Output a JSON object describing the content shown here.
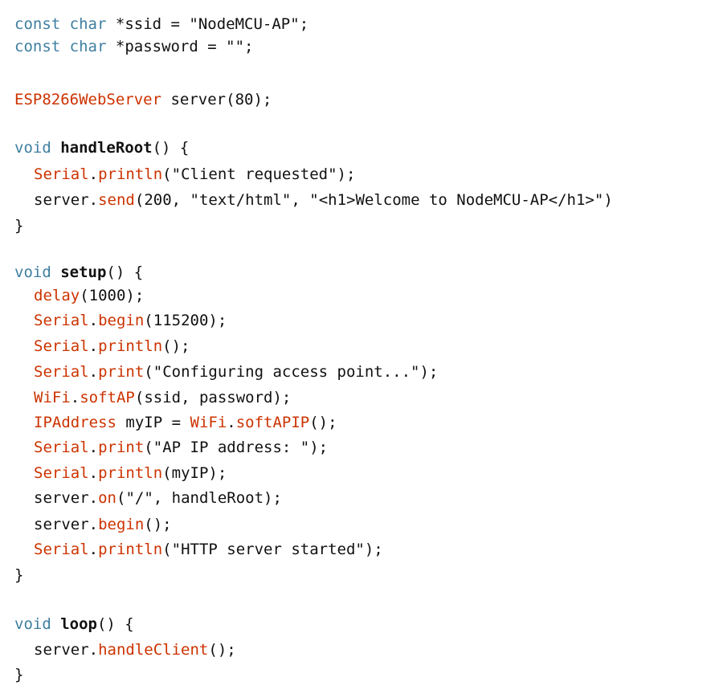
{
  "code_view": {
    "colors": {
      "keyword": "#3f7fa0",
      "library": "#cc3300",
      "text": "#111111",
      "background": "#ffffff"
    },
    "lines": [
      {
        "indent": 0,
        "tokens": [
          {
            "t": "kw",
            "v": "const"
          },
          {
            "t": "punc",
            "v": " "
          },
          {
            "t": "kw",
            "v": "char"
          },
          {
            "t": "punc",
            "v": " *"
          },
          {
            "t": "id",
            "v": "ssid"
          },
          {
            "t": "punc",
            "v": " = "
          },
          {
            "t": "str",
            "v": "\"NodeMCU-AP\""
          },
          {
            "t": "punc",
            "v": ";"
          }
        ]
      },
      {
        "indent": 0,
        "tokens": [
          {
            "t": "kw",
            "v": "const"
          },
          {
            "t": "punc",
            "v": " "
          },
          {
            "t": "kw",
            "v": "char"
          },
          {
            "t": "punc",
            "v": " *"
          },
          {
            "t": "id",
            "v": "password"
          },
          {
            "t": "punc",
            "v": " = "
          },
          {
            "t": "str",
            "v": "\"\""
          },
          {
            "t": "punc",
            "v": ";"
          }
        ]
      },
      {
        "indent": 0,
        "tokens": []
      },
      {
        "indent": 0,
        "tokens": [
          {
            "t": "type",
            "v": "ESP8266WebServer"
          },
          {
            "t": "punc",
            "v": " "
          },
          {
            "t": "id",
            "v": "server"
          },
          {
            "t": "punc",
            "v": "("
          },
          {
            "t": "num",
            "v": "80"
          },
          {
            "t": "punc",
            "v": ");"
          }
        ]
      },
      {
        "indent": 0,
        "tokens": []
      },
      {
        "indent": 0,
        "tokens": [
          {
            "t": "kw",
            "v": "void"
          },
          {
            "t": "punc",
            "v": " "
          },
          {
            "t": "id",
            "v": "handleRoot",
            "b": true
          },
          {
            "t": "punc",
            "v": "() {"
          }
        ]
      },
      {
        "indent": 1,
        "tokens": [
          {
            "t": "fn",
            "v": "Serial"
          },
          {
            "t": "punc",
            "v": "."
          },
          {
            "t": "call",
            "v": "println"
          },
          {
            "t": "punc",
            "v": "("
          },
          {
            "t": "str",
            "v": "\"Client requested\""
          },
          {
            "t": "punc",
            "v": ");"
          }
        ]
      },
      {
        "indent": 1,
        "tokens": [
          {
            "t": "id",
            "v": "server"
          },
          {
            "t": "punc",
            "v": "."
          },
          {
            "t": "call",
            "v": "send"
          },
          {
            "t": "punc",
            "v": "("
          },
          {
            "t": "num",
            "v": "200"
          },
          {
            "t": "punc",
            "v": ", "
          },
          {
            "t": "str",
            "v": "\"text/html\""
          },
          {
            "t": "punc",
            "v": ", "
          },
          {
            "t": "str",
            "v": "\"<h1>Welcome to NodeMCU-AP</h1>\""
          },
          {
            "t": "punc",
            "v": ")"
          }
        ]
      },
      {
        "indent": 0,
        "tokens": [
          {
            "t": "punc",
            "v": "}"
          }
        ]
      },
      {
        "indent": 0,
        "tokens": []
      },
      {
        "indent": 0,
        "tokens": [
          {
            "t": "kw",
            "v": "void"
          },
          {
            "t": "punc",
            "v": " "
          },
          {
            "t": "id",
            "v": "setup",
            "b": true
          },
          {
            "t": "punc",
            "v": "() {"
          }
        ]
      },
      {
        "indent": 1,
        "tokens": [
          {
            "t": "fn",
            "v": "delay"
          },
          {
            "t": "punc",
            "v": "("
          },
          {
            "t": "num",
            "v": "1000"
          },
          {
            "t": "punc",
            "v": ");"
          }
        ]
      },
      {
        "indent": 1,
        "tokens": [
          {
            "t": "fn",
            "v": "Serial"
          },
          {
            "t": "punc",
            "v": "."
          },
          {
            "t": "call",
            "v": "begin"
          },
          {
            "t": "punc",
            "v": "("
          },
          {
            "t": "num",
            "v": "115200"
          },
          {
            "t": "punc",
            "v": ");"
          }
        ]
      },
      {
        "indent": 1,
        "tokens": [
          {
            "t": "fn",
            "v": "Serial"
          },
          {
            "t": "punc",
            "v": "."
          },
          {
            "t": "call",
            "v": "println"
          },
          {
            "t": "punc",
            "v": "();"
          }
        ]
      },
      {
        "indent": 1,
        "tokens": [
          {
            "t": "fn",
            "v": "Serial"
          },
          {
            "t": "punc",
            "v": "."
          },
          {
            "t": "call",
            "v": "print"
          },
          {
            "t": "punc",
            "v": "("
          },
          {
            "t": "str",
            "v": "\"Configuring access point...\""
          },
          {
            "t": "punc",
            "v": ");"
          }
        ]
      },
      {
        "indent": 1,
        "tokens": [
          {
            "t": "fn",
            "v": "WiFi"
          },
          {
            "t": "punc",
            "v": "."
          },
          {
            "t": "call",
            "v": "softAP"
          },
          {
            "t": "punc",
            "v": "("
          },
          {
            "t": "id",
            "v": "ssid"
          },
          {
            "t": "punc",
            "v": ", "
          },
          {
            "t": "id",
            "v": "password"
          },
          {
            "t": "punc",
            "v": ");"
          }
        ]
      },
      {
        "indent": 1,
        "tokens": [
          {
            "t": "type",
            "v": "IPAddress"
          },
          {
            "t": "punc",
            "v": " "
          },
          {
            "t": "id",
            "v": "myIP"
          },
          {
            "t": "punc",
            "v": " = "
          },
          {
            "t": "fn",
            "v": "WiFi"
          },
          {
            "t": "punc",
            "v": "."
          },
          {
            "t": "call",
            "v": "softAPIP"
          },
          {
            "t": "punc",
            "v": "();"
          }
        ]
      },
      {
        "indent": 1,
        "tokens": [
          {
            "t": "fn",
            "v": "Serial"
          },
          {
            "t": "punc",
            "v": "."
          },
          {
            "t": "call",
            "v": "print"
          },
          {
            "t": "punc",
            "v": "("
          },
          {
            "t": "str",
            "v": "\"AP IP address: \""
          },
          {
            "t": "punc",
            "v": ");"
          }
        ]
      },
      {
        "indent": 1,
        "tokens": [
          {
            "t": "fn",
            "v": "Serial"
          },
          {
            "t": "punc",
            "v": "."
          },
          {
            "t": "call",
            "v": "println"
          },
          {
            "t": "punc",
            "v": "("
          },
          {
            "t": "id",
            "v": "myIP"
          },
          {
            "t": "punc",
            "v": ");"
          }
        ]
      },
      {
        "indent": 1,
        "tokens": [
          {
            "t": "id",
            "v": "server"
          },
          {
            "t": "punc",
            "v": "."
          },
          {
            "t": "call",
            "v": "on"
          },
          {
            "t": "punc",
            "v": "("
          },
          {
            "t": "str",
            "v": "\"/\""
          },
          {
            "t": "punc",
            "v": ", "
          },
          {
            "t": "id",
            "v": "handleRoot"
          },
          {
            "t": "punc",
            "v": ");"
          }
        ]
      },
      {
        "indent": 1,
        "tokens": [
          {
            "t": "id",
            "v": "server"
          },
          {
            "t": "punc",
            "v": "."
          },
          {
            "t": "call",
            "v": "begin"
          },
          {
            "t": "punc",
            "v": "();"
          }
        ]
      },
      {
        "indent": 1,
        "tokens": [
          {
            "t": "fn",
            "v": "Serial"
          },
          {
            "t": "punc",
            "v": "."
          },
          {
            "t": "call",
            "v": "println"
          },
          {
            "t": "punc",
            "v": "("
          },
          {
            "t": "str",
            "v": "\"HTTP server started\""
          },
          {
            "t": "punc",
            "v": ");"
          }
        ]
      },
      {
        "indent": 0,
        "tokens": [
          {
            "t": "punc",
            "v": "}"
          }
        ]
      },
      {
        "indent": 0,
        "tokens": []
      },
      {
        "indent": 0,
        "tokens": [
          {
            "t": "kw",
            "v": "void"
          },
          {
            "t": "punc",
            "v": " "
          },
          {
            "t": "id",
            "v": "loop",
            "b": true
          },
          {
            "t": "punc",
            "v": "() {"
          }
        ]
      },
      {
        "indent": 1,
        "tokens": [
          {
            "t": "id",
            "v": "server"
          },
          {
            "t": "punc",
            "v": "."
          },
          {
            "t": "call",
            "v": "handleClient"
          },
          {
            "t": "punc",
            "v": "();"
          }
        ]
      },
      {
        "indent": 0,
        "tokens": [
          {
            "t": "punc",
            "v": "}"
          }
        ]
      }
    ]
  }
}
